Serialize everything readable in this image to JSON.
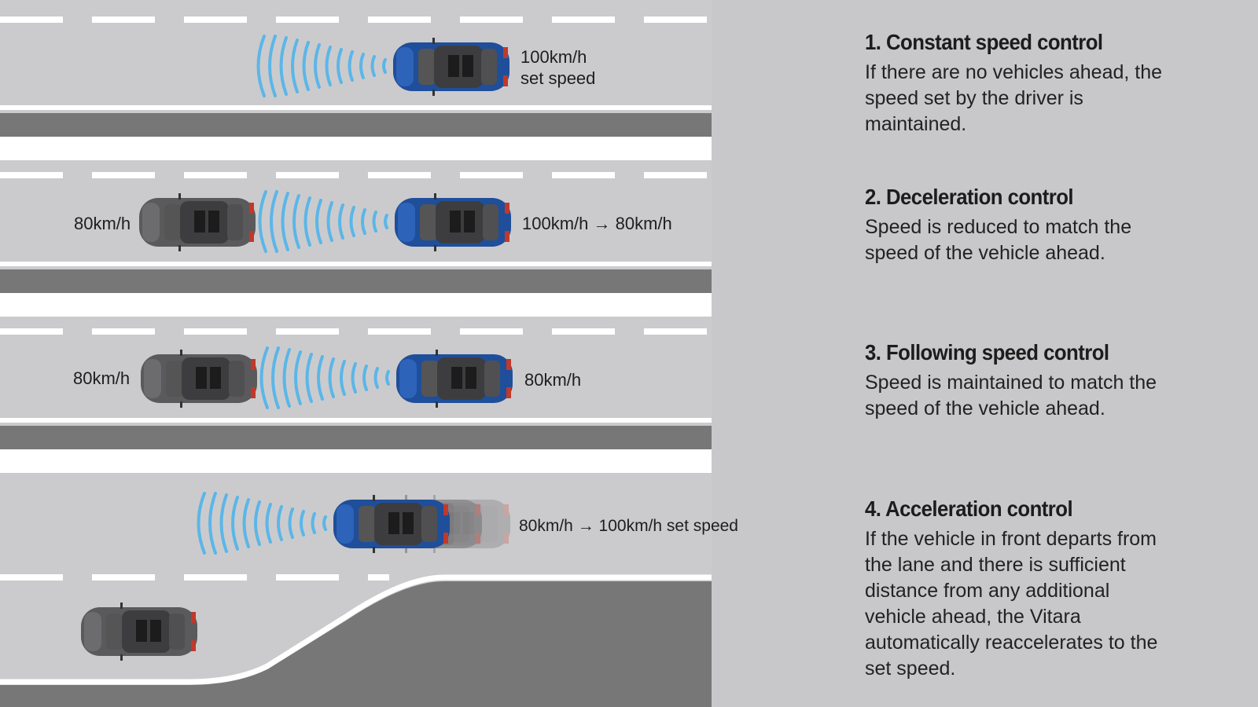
{
  "diagram": {
    "scenarios": [
      {
        "labels": [
          "100km/h",
          "set speed"
        ]
      },
      {
        "labels": [
          "80km/h",
          "100km/h → 80km/h"
        ]
      },
      {
        "labels": [
          "80km/h",
          "80km/h"
        ]
      },
      {
        "labels": [
          "80km/h → 100km/h set speed"
        ]
      }
    ],
    "colors": {
      "road": "#cbcbcd",
      "curb": "#777777",
      "sidewalk": "#ffffff",
      "radar": "#5bb6e8",
      "car_blue": "#1f4e9a",
      "car_gray": "#5a5a5c"
    }
  },
  "panel": {
    "sections": [
      {
        "title": "1. Constant speed control",
        "text": "If there are no vehicles ahead, the speed set by the driver is maintained."
      },
      {
        "title": "2. Deceleration control",
        "text": "Speed is reduced to match the speed of the vehicle ahead."
      },
      {
        "title": "3. Following speed control",
        "text": "Speed is maintained to match the speed of the vehicle ahead."
      },
      {
        "title": "4. Acceleration control",
        "text": "If the vehicle in front departs from the lane and there is sufficient distance from any additional vehicle ahead, the Vitara automatically reaccelerates to the set speed."
      }
    ]
  }
}
